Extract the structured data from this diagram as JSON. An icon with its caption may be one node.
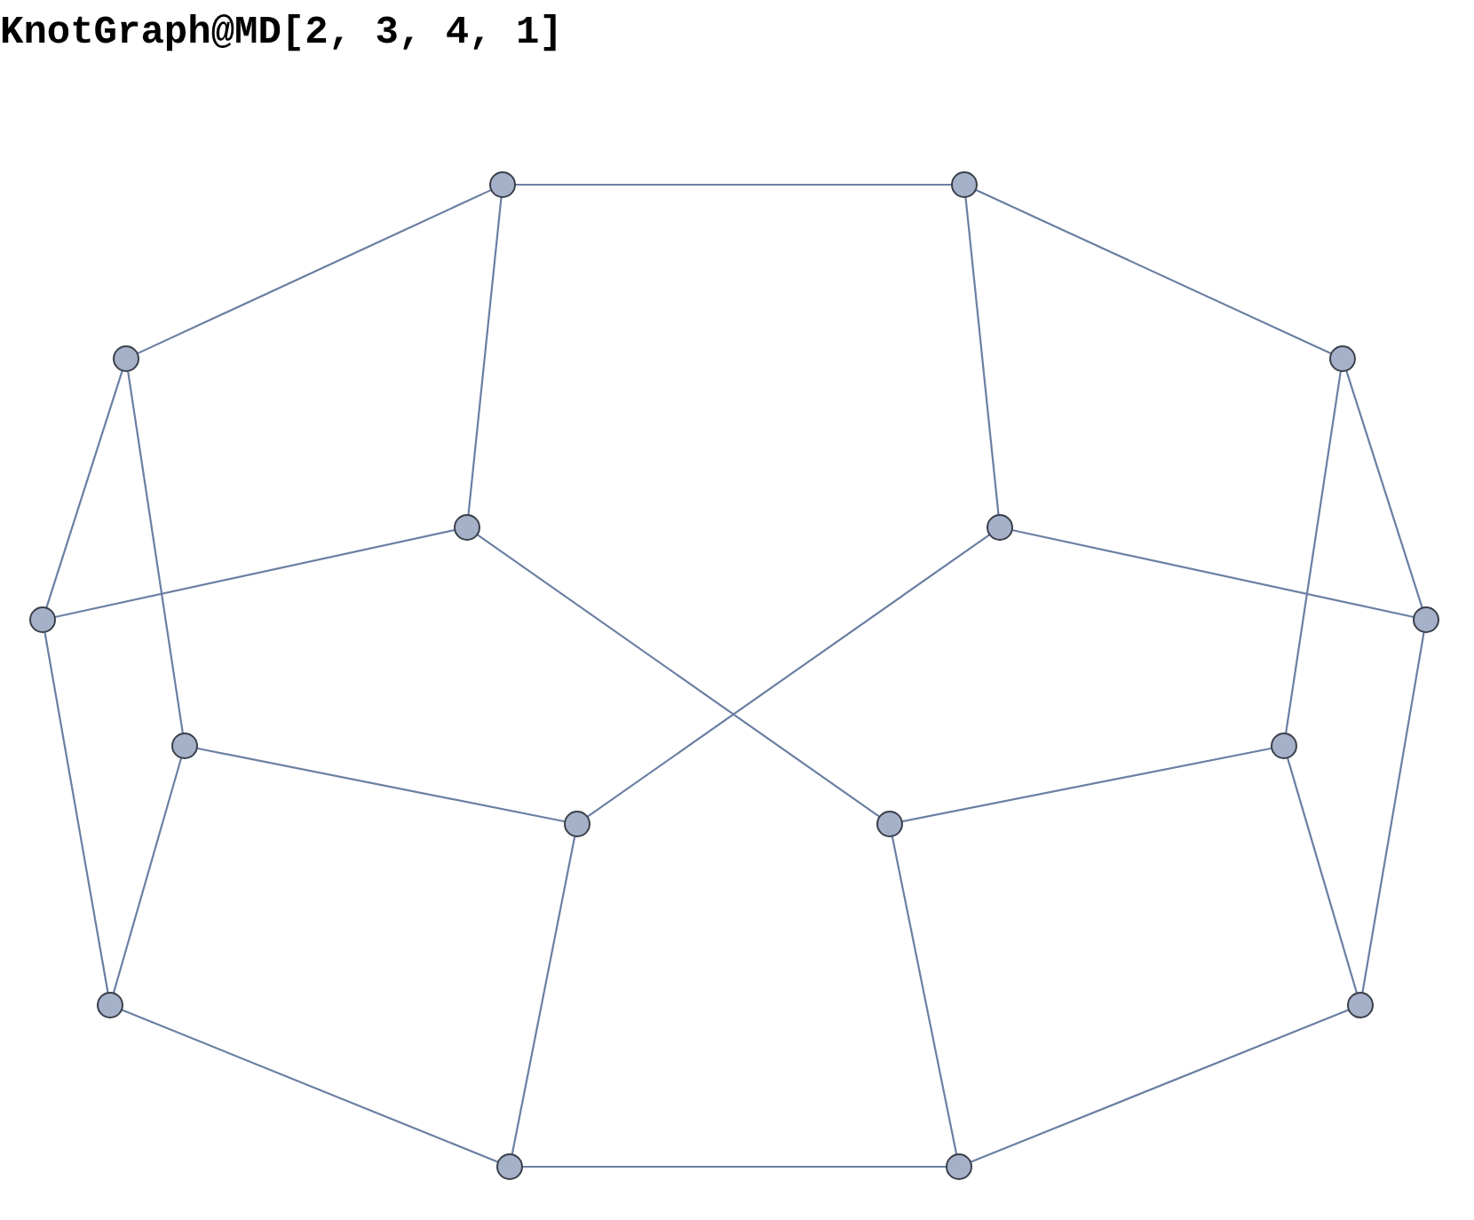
{
  "diagram": {
    "title": "KnotGraph@MD[2, 3, 4, 1]",
    "nodes": [
      {
        "text": [],
        "shape": "circle"
      },
      {
        "text": [],
        "shape": "circle"
      },
      {
        "text": [],
        "shape": "circle"
      },
      {
        "text": [],
        "shape": "circle"
      },
      {
        "text": [],
        "shape": "circle"
      },
      {
        "text": [],
        "shape": "circle"
      },
      {
        "text": [],
        "shape": "circle"
      },
      {
        "text": [],
        "shape": "circle"
      },
      {
        "text": [],
        "shape": "circle"
      },
      {
        "text": [],
        "shape": "circle"
      },
      {
        "text": [],
        "shape": "circle"
      },
      {
        "text": [],
        "shape": "circle"
      },
      {
        "text": [],
        "shape": "circle"
      },
      {
        "text": [],
        "shape": "circle"
      },
      {
        "text": [],
        "shape": "circle"
      },
      {
        "text": [],
        "shape": "circle"
      }
    ],
    "edges": [
      {
        "from": 0,
        "to": 1,
        "arrow": "none"
      },
      {
        "from": 0,
        "to": 2,
        "arrow": "none"
      },
      {
        "from": 0,
        "to": 4,
        "arrow": "none"
      },
      {
        "from": 1,
        "to": 3,
        "arrow": "none"
      },
      {
        "from": 1,
        "to": 5,
        "arrow": "none"
      },
      {
        "from": 2,
        "to": 6,
        "arrow": "none"
      },
      {
        "from": 2,
        "to": 8,
        "arrow": "none"
      },
      {
        "from": 3,
        "to": 9,
        "arrow": "none"
      },
      {
        "from": 3,
        "to": 7,
        "arrow": "none"
      },
      {
        "from": 4,
        "to": 6,
        "arrow": "none"
      },
      {
        "from": 4,
        "to": 11,
        "arrow": "none"
      },
      {
        "from": 5,
        "to": 7,
        "arrow": "none"
      },
      {
        "from": 5,
        "to": 10,
        "arrow": "none"
      },
      {
        "from": 6,
        "to": 12,
        "arrow": "none"
      },
      {
        "from": 8,
        "to": 10,
        "arrow": "none"
      },
      {
        "from": 8,
        "to": 12,
        "arrow": "none"
      },
      {
        "from": 9,
        "to": 11,
        "arrow": "none"
      },
      {
        "from": 9,
        "to": 13,
        "arrow": "none"
      },
      {
        "from": 7,
        "to": 13,
        "arrow": "none"
      },
      {
        "from": 10,
        "to": 14,
        "arrow": "none"
      },
      {
        "from": 11,
        "to": 15,
        "arrow": "none"
      },
      {
        "from": 12,
        "to": 14,
        "arrow": "none"
      },
      {
        "from": 13,
        "to": 15,
        "arrow": "none"
      },
      {
        "from": 14,
        "to": 15,
        "arrow": "none"
      }
    ]
  }
}
